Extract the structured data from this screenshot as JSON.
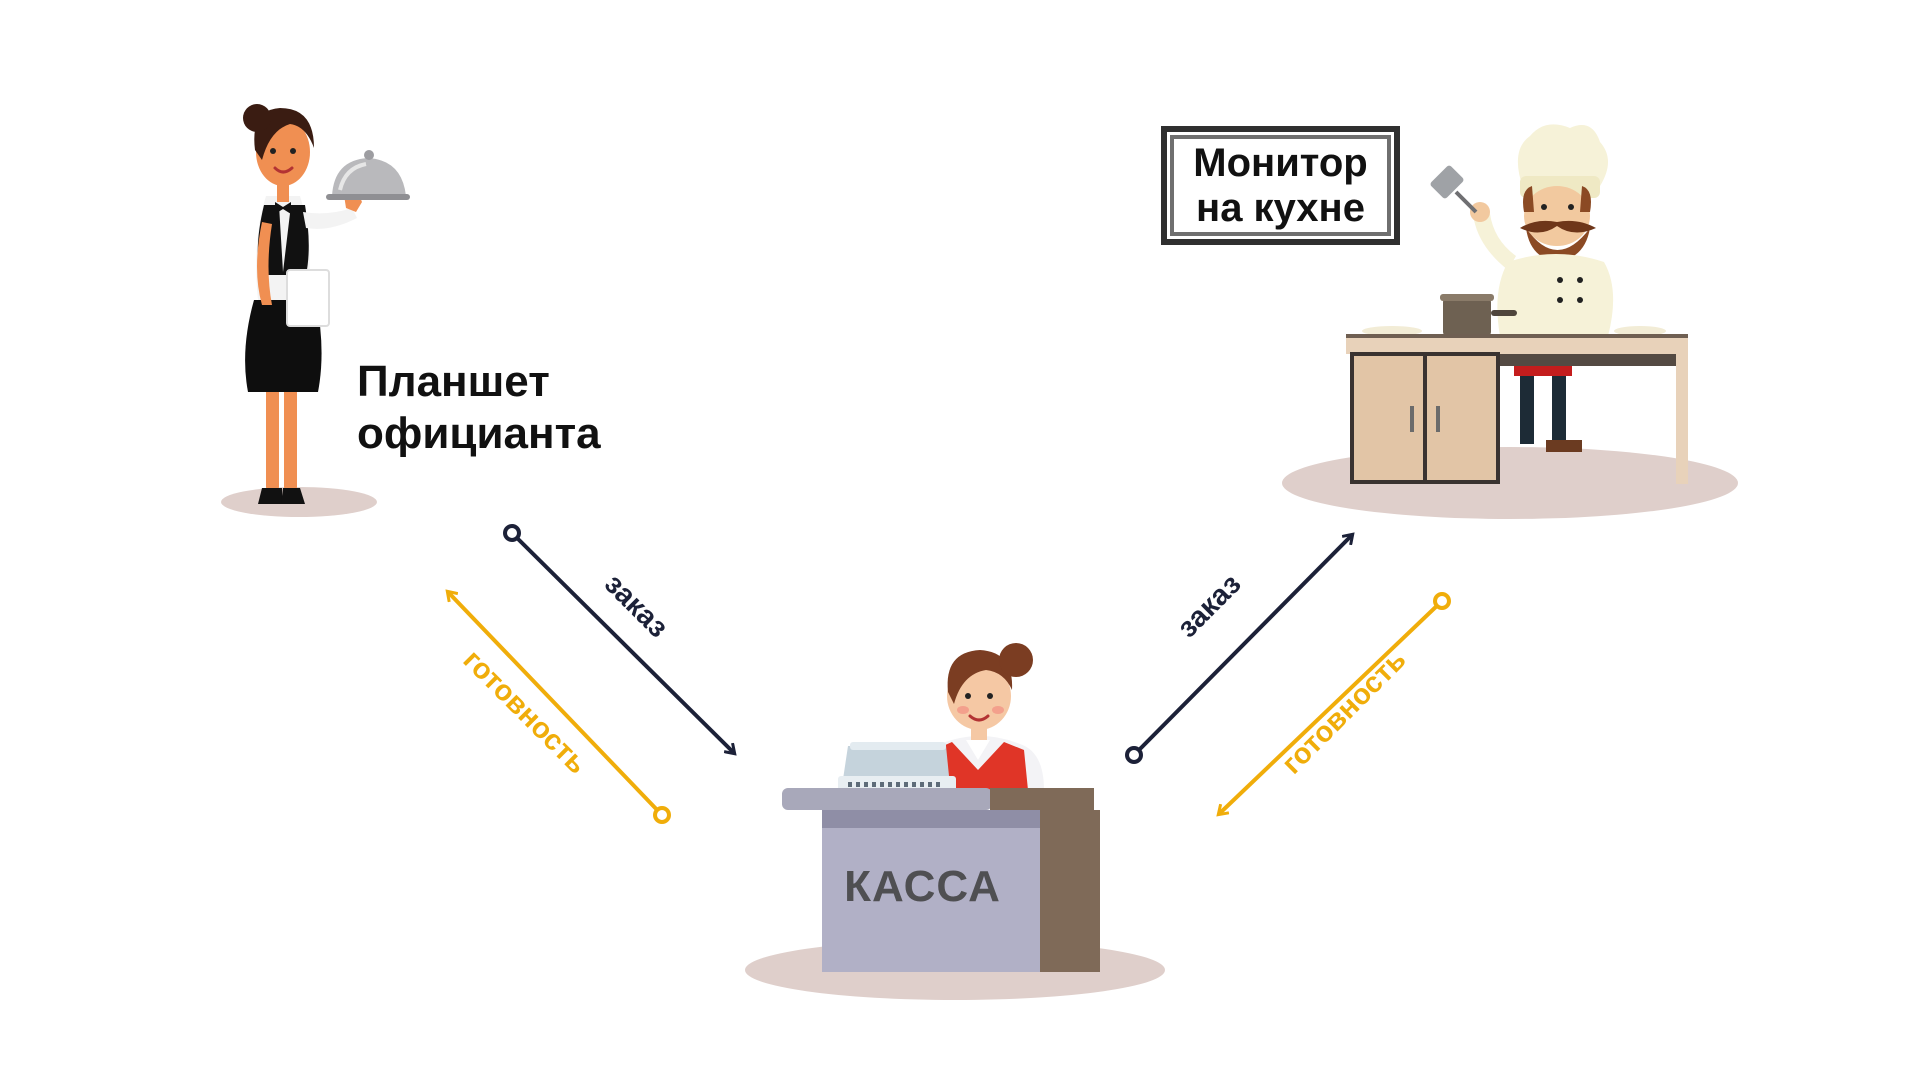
{
  "waiter": {
    "label_line1": "Планшет",
    "label_line2": "официанта"
  },
  "kitchen": {
    "label_line1": "Монитор",
    "label_line2": "на кухне"
  },
  "cashier": {
    "label": "КАССА"
  },
  "arrows": {
    "waiter_to_cashier": "заказ",
    "cashier_to_waiter": "готовность",
    "cashier_to_kitchen": "заказ",
    "kitchen_to_cashier": "готовность"
  },
  "colors": {
    "order_arrow": "#1c2138",
    "ready_arrow": "#f0ad0a",
    "floor_shadow": "#dfcfcb",
    "kassa_counter": "#b1b0c6",
    "kassa_side": "#7f6a58"
  }
}
